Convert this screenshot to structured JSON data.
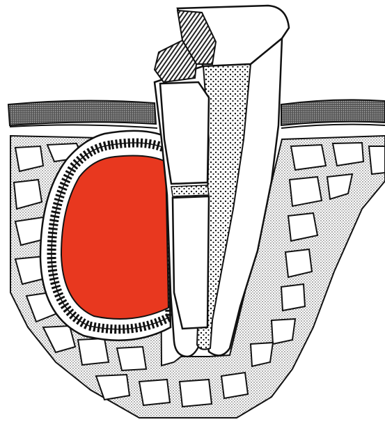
{
  "figure": {
    "colors": {
      "background": "#ffffff",
      "ink": "#111111",
      "bone_dots": "#8c8c8c",
      "gum_fill": "#444444",
      "cyst_red": "#e8381f",
      "tooth_white": "#ffffff"
    },
    "parts": [
      "gingiva",
      "alveolar-bone",
      "tooth-crown-fractured",
      "tooth-root",
      "pulp-canal",
      "cyst-lumen",
      "cyst-epithelial-lining",
      "fibrous-capsule"
    ]
  }
}
